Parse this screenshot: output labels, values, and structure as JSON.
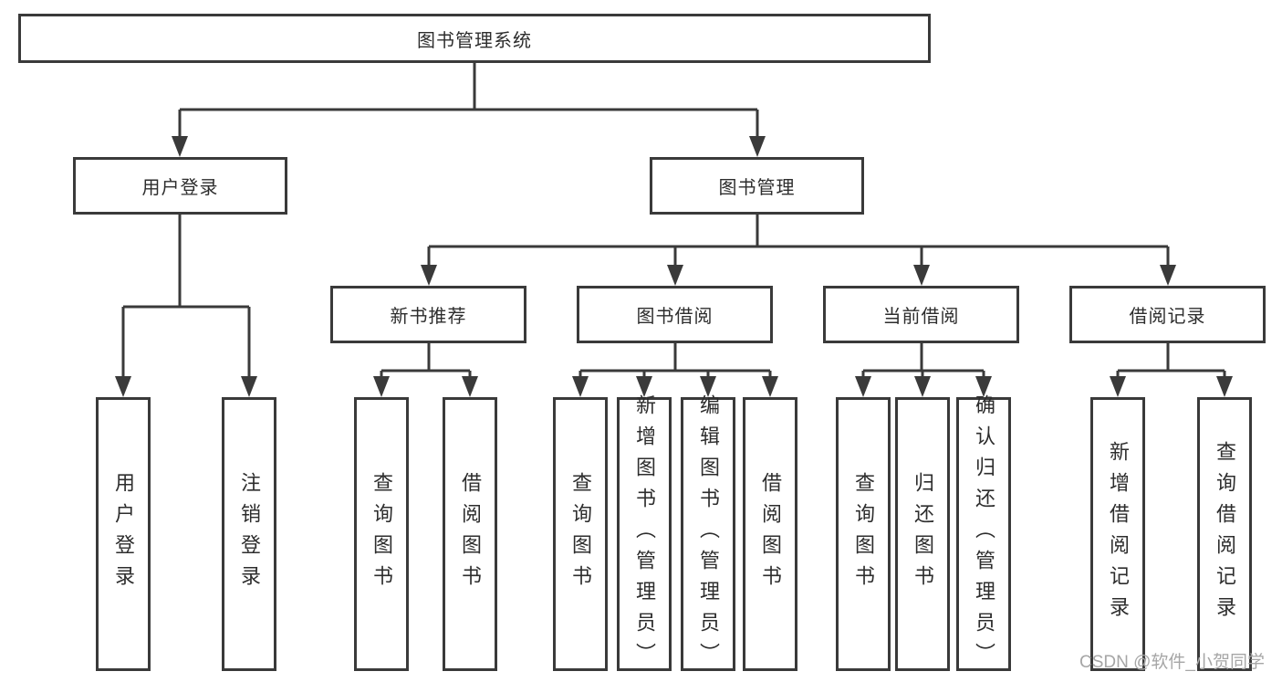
{
  "colors": {
    "line": "#3a3a3a",
    "text": "#2d2d2d",
    "watermark": "#a6a6a6"
  },
  "watermark": "CSDN @软件_小贺同学",
  "diagram": {
    "root": "图书管理系统",
    "level2": {
      "user_login": "用户登录",
      "book_management": "图书管理"
    },
    "level3": {
      "new_book_recommend": "新书推荐",
      "book_borrow": "图书借阅",
      "current_borrow": "当前借阅",
      "borrow_records": "借阅记录"
    },
    "leaves": {
      "user_login": [
        "用户登录",
        "注销登录"
      ],
      "new_book_recommend": [
        "查询图书",
        "借阅图书"
      ],
      "book_borrow": [
        "查询图书",
        "新增图书（管理员）",
        "编辑图书（管理员）",
        "借阅图书"
      ],
      "current_borrow": [
        "查询图书",
        "归还图书",
        "确认归还（管理员）"
      ],
      "borrow_records": [
        "新增借阅记录",
        "查询借阅记录"
      ]
    }
  }
}
